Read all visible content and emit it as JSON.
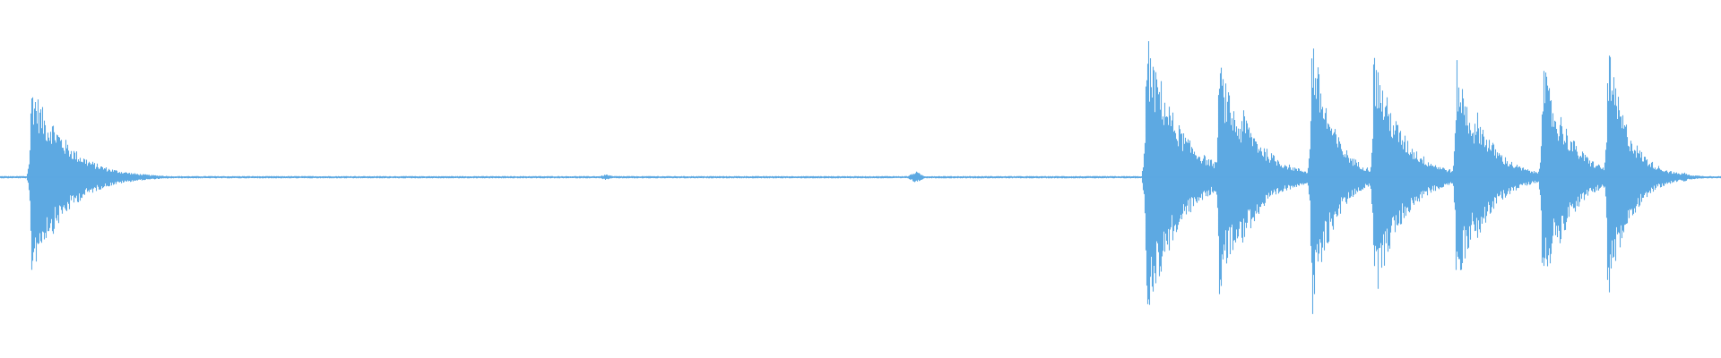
{
  "waveform": {
    "color": "#5DA9E2",
    "background": "#FFFFFF",
    "baseline_amplitude": 0.008,
    "bursts": [
      {
        "t": 0.018,
        "amp": 0.67,
        "decay": 0.018,
        "sub": [
          0.0,
          0.011
        ],
        "sub_amp": [
          1.0,
          0.62
        ]
      },
      {
        "t": 0.666,
        "amp": 0.98,
        "decay": 0.017,
        "sub": [
          0.0,
          0.006
        ],
        "sub_amp": [
          1.0,
          0.77
        ]
      },
      {
        "t": 0.708,
        "amp": 0.81,
        "decay": 0.016,
        "sub": [
          0.0,
          0.013
        ],
        "sub_amp": [
          1.0,
          0.6
        ]
      },
      {
        "t": 0.762,
        "amp": 1.0,
        "decay": 0.012,
        "sub": [
          0.0
        ],
        "sub_amp": [
          1.0
        ]
      },
      {
        "t": 0.798,
        "amp": 0.87,
        "decay": 0.016,
        "sub": [
          0.0
        ],
        "sub_amp": [
          1.0
        ]
      },
      {
        "t": 0.846,
        "amp": 0.8,
        "decay": 0.014,
        "sub": [
          0.0,
          0.012
        ],
        "sub_amp": [
          1.0,
          0.56
        ]
      },
      {
        "t": 0.896,
        "amp": 0.8,
        "decay": 0.014,
        "sub": [
          0.0,
          0.01
        ],
        "sub_amp": [
          1.0,
          0.56
        ]
      },
      {
        "t": 0.934,
        "amp": 0.9,
        "decay": 0.012,
        "sub": [
          0.0
        ],
        "sub_amp": [
          1.0
        ]
      }
    ],
    "small_blips": [
      {
        "t": 0.352,
        "amp": 0.02
      },
      {
        "t": 0.532,
        "amp": 0.04
      },
      {
        "t": 0.978,
        "amp": 0.035
      }
    ]
  }
}
